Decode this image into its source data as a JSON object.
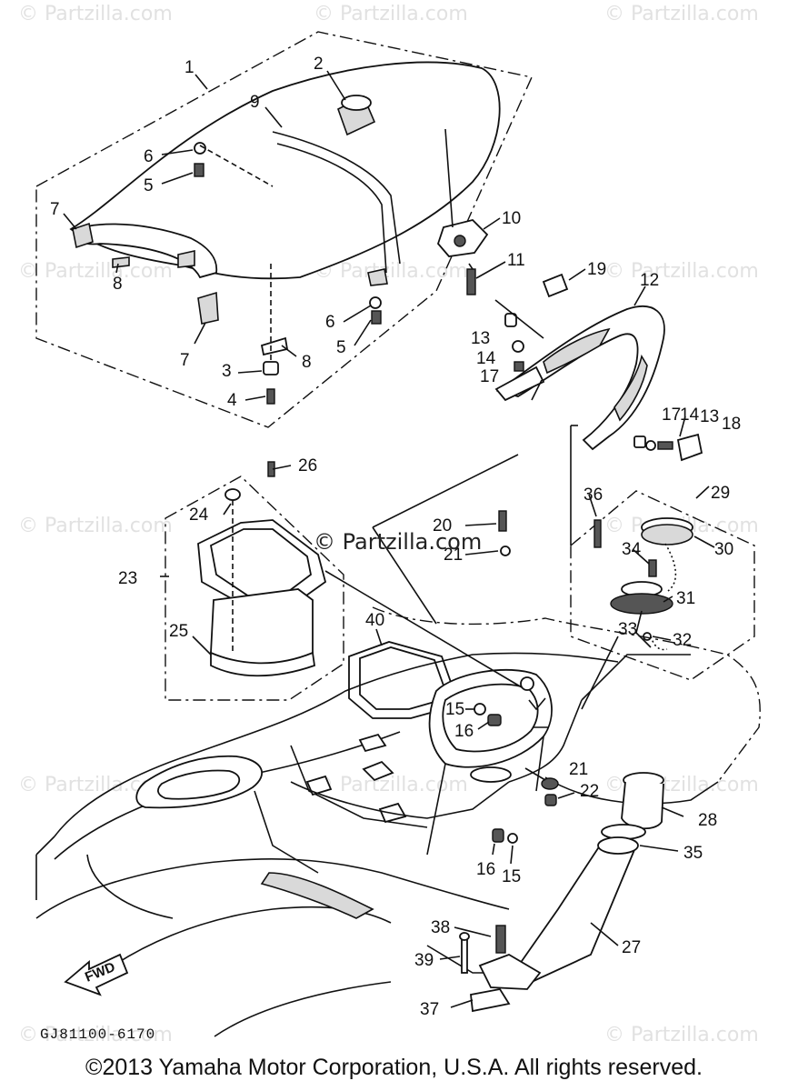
{
  "diagram_code": "GJ81100-6170",
  "fwd_label": "FWD",
  "center_watermark": "© Partzilla.com",
  "watermarks": [
    "© Partzilla.com"
  ],
  "copyright": "©2013  Yamaha Motor Corporation, U.S.A. All rights reserved.",
  "callouts": {
    "c1": "1",
    "c2": "2",
    "c3": "3",
    "c4": "4",
    "c5a": "5",
    "c5b": "5",
    "c6a": "6",
    "c6b": "6",
    "c7a": "7",
    "c7b": "7",
    "c8a": "8",
    "c8b": "8",
    "c9": "9",
    "c10": "10",
    "c11": "11",
    "c12": "12",
    "c13a": "13",
    "c13b": "13",
    "c14a": "14",
    "c14b": "14",
    "c15a": "15",
    "c15b": "15",
    "c16a": "16",
    "c16b": "16",
    "c17a": "17",
    "c17b": "17",
    "c18": "18",
    "c19": "19",
    "c20": "20",
    "c21a": "21",
    "c21b": "21",
    "c22": "22",
    "c23": "23",
    "c24": "24",
    "c25": "25",
    "c26": "26",
    "c27": "27",
    "c28": "28",
    "c29": "29",
    "c30": "30",
    "c31": "31",
    "c32": "32",
    "c33": "33",
    "c34": "34",
    "c35": "35",
    "c36": "36",
    "c37": "37",
    "c38": "38",
    "c39": "39",
    "c40": "40"
  }
}
